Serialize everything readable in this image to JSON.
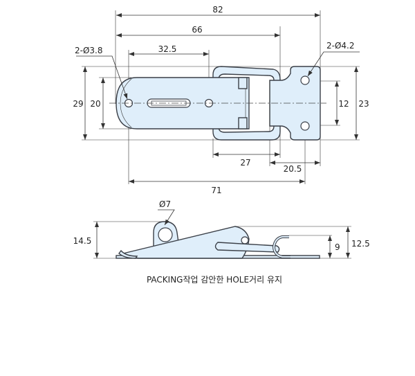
{
  "top_view": {
    "dims": {
      "overall_length": "82",
      "hole_to_bail": "66",
      "hole_spacing": "32.5",
      "left_hole_callout": "2-Ø3.8",
      "right_hole_callout": "2-Ø4.2",
      "overall_width": "29",
      "plate_width": "20",
      "bracket_hole_spacing": "12",
      "bracket_width": "23",
      "bail_length": "27",
      "bracket_length": "20.5",
      "hole_to_hole": "71"
    }
  },
  "side_view": {
    "dims": {
      "ring_diameter": "Ø7",
      "overall_height": "14.5",
      "hook_height": "9",
      "bracket_height": "12.5"
    }
  },
  "caption": "PACKING작업 감안한 HOLE거리 유지"
}
